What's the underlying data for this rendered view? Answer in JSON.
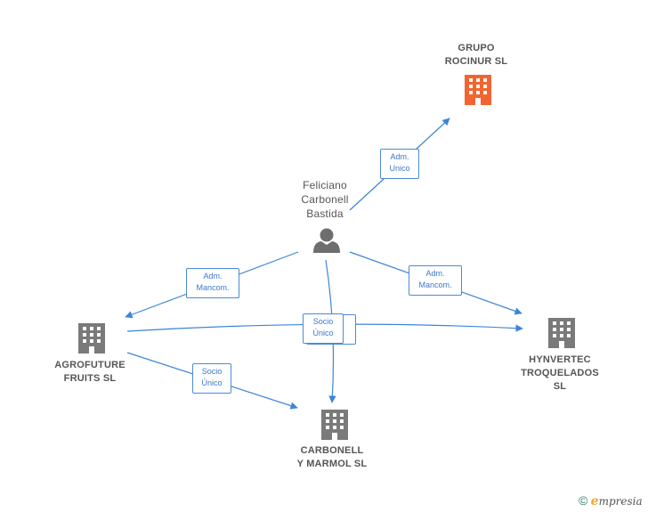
{
  "colors": {
    "edge": "#3d85d8",
    "company": "#7a7a7a",
    "company_highlight": "#f26530",
    "person": "#6e6e6e"
  },
  "nodes": {
    "grupo_rocinur": {
      "line1": "GRUPO",
      "line2": "ROCINUR  SL",
      "icon": "building-icon"
    },
    "feliciano": {
      "line1": "Feliciano",
      "line2": "Carbonell",
      "line3": "Bastida",
      "icon": "person-icon"
    },
    "agrofuture": {
      "line1": "AGROFUTURE",
      "line2": "FRUITS  SL",
      "icon": "building-icon"
    },
    "hynvertec": {
      "line1": "HYNVERTEC",
      "line2": "TROQUELADOS",
      "line3": "SL",
      "icon": "building-icon"
    },
    "carbonell_marmol": {
      "line1": "CARBONELL",
      "line2": "Y MARMOL SL",
      "icon": "building-icon"
    }
  },
  "edges": {
    "feliciano_grupo": {
      "line1": "Adm.",
      "line2": "Unico"
    },
    "feliciano_agrofuture": {
      "line1": "Adm.",
      "line2": "Mancom."
    },
    "feliciano_hynvertec": {
      "line1": "Adm.",
      "line2": "Mancom."
    },
    "center_a": {
      "line1": "Socio",
      "line2": "Único"
    },
    "center_b": {
      "line1": "Socio",
      "line2": "Único"
    },
    "agrofuture_carbonell": {
      "line1": "Socio",
      "line2": "Único"
    }
  },
  "footer": {
    "copyright": "©",
    "brand_first": "e",
    "brand_rest": "mpresia"
  }
}
